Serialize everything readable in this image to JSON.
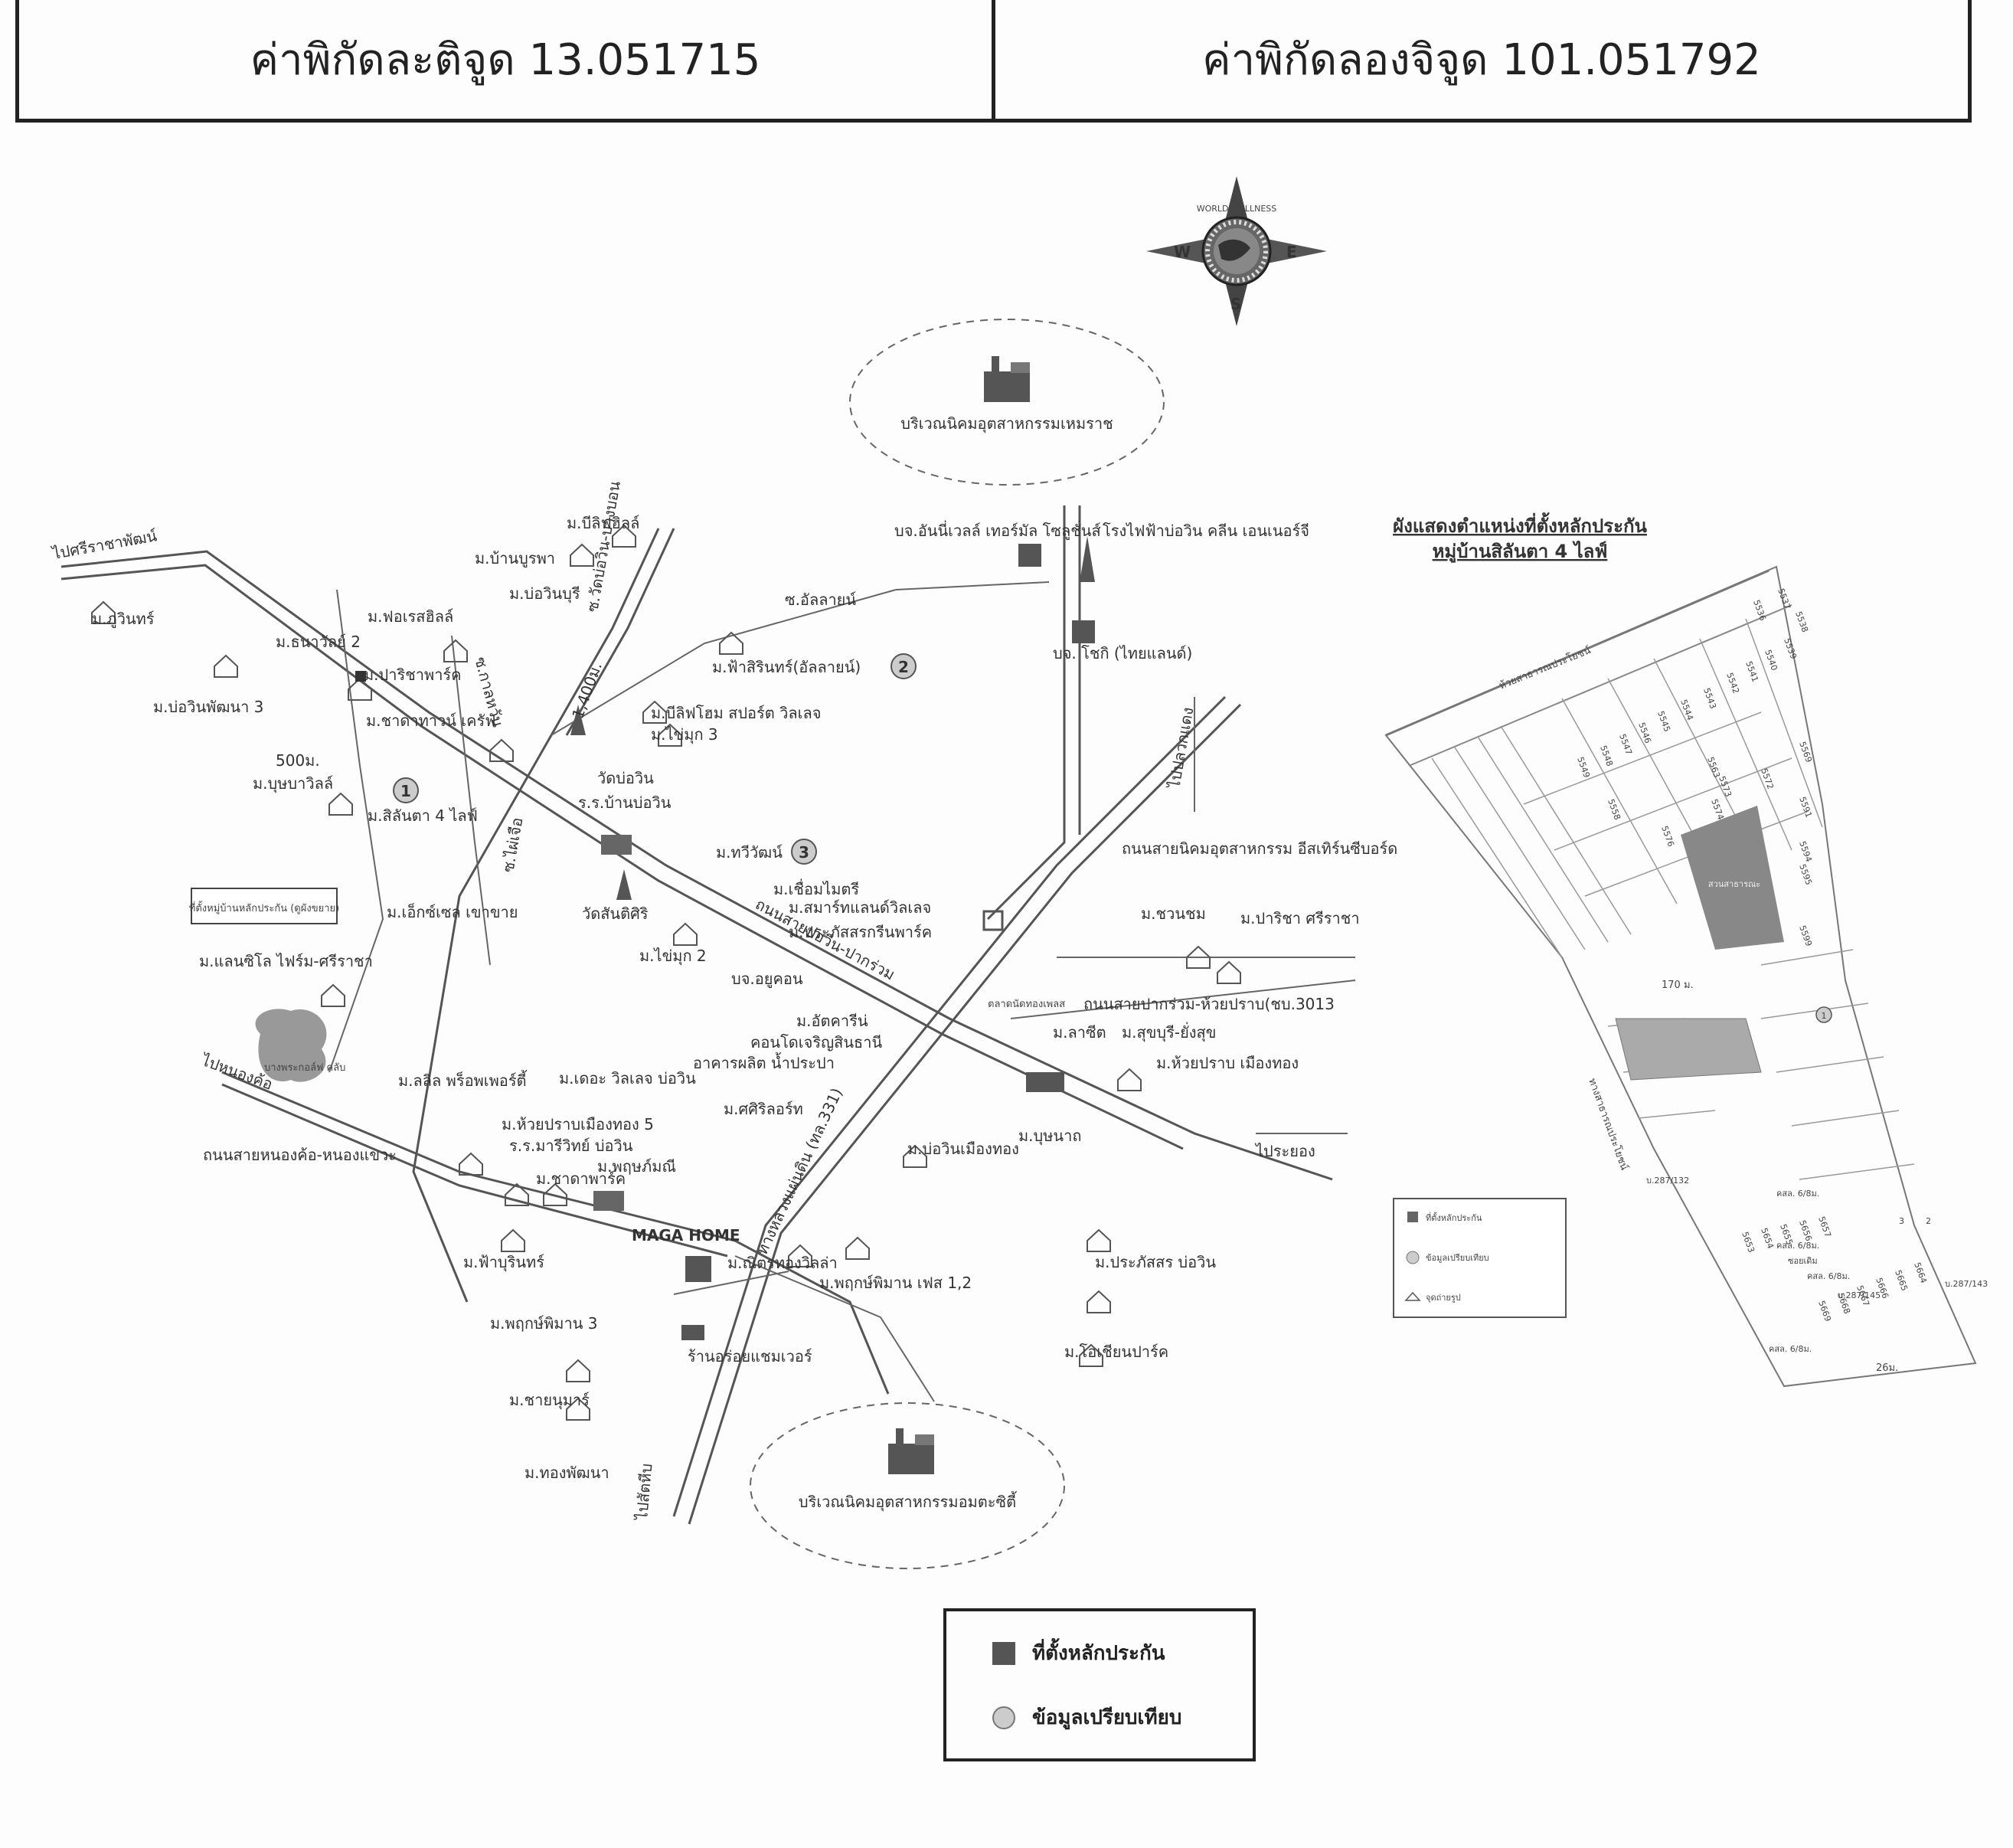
{
  "header": {
    "latitude": "ค่าพิกัดละติจูด 13.051715",
    "longitude": "ค่าพิกัดลองจิจูด 101.051792"
  },
  "compass": {
    "east": "E",
    "west": "W",
    "south": "S",
    "band_text": "WORLD WELLNESS"
  },
  "industrial": {
    "north": "บริเวณนิคมอุตสาหกรรมเหมราช",
    "south": "บริเวณนิคมอุตสาหกรรมอมตะซิตี้"
  },
  "map": {
    "labels": {
      "to_sriracha": "ไปศรีราชาพัฒน์",
      "m_kuwin": "ม.ภูวินทร์",
      "m_bowin_pattana3": "ม.บ่อวินพัฒนา 3",
      "m_thanawan2": "ม.ธนาวัลย์ 2",
      "m_parichat": "ม.ปาริชาพาร์ค",
      "m_forest_hill": "ม.ฟอเรสฮิลล์",
      "m_banburapha": "ม.บ้านบูรพา",
      "m_mb_hill": "ม.บีลิฟฮิลล์",
      "m_bowin_buri": "ม.บ่อวินบุรี",
      "tao_bowin_bangbon": "ซ.วัดบ่อวิน-บางบอน",
      "soi_kaluang": "ซ.กาลหวัน",
      "dist_1400": "1,400ม.",
      "m_chadtawan_craft": "ม.ชาดาทาวน์ เครัฟ",
      "dist_500": "500ม.",
      "m_bunbawin": "ม.บุษบาวิลล์",
      "m_silanta4": "ม.สิลันตา 4 ไลฟ์",
      "marker1": "1",
      "soi_kaiyuea": "ซ.ไผ่เจือ",
      "security_label": "ที่ตั้งหมู่บ้านหลักประกัน (ดูผังขยาย)",
      "m_exclusive": "ม.เอ็กซ์เซล เขาขาย",
      "m_lansilo": "ม.แลนซิโล ไฟร์ม-ศรีราชา",
      "to_nongkho": "ไปหนองค้อ",
      "bang_phra_golf": "บางพระกอล์ฟ คลับ",
      "m_lalin": "ม.ลลิล พร็อพเพอร์ตี้",
      "road_nongkho": "ถนนสายหนองค้อ-หนองแขวะ",
      "m_huaypramuang5": "ม.ห้วยปราบเมืองทอง 5",
      "school_mariwit": "ร.ร.มารีวิทย์ บ่อวิน",
      "m_chadtapark": "ม.ชาดาพาร์ค",
      "m_pamala": "ม.พฤษภ์มณี",
      "m_pauburin": "ม.ฟ้าบุรินทร์",
      "maga_home": "MAGA HOME",
      "m_pruekpiman3": "ม.พฤกษ์พิมาน 3",
      "m_chayanumart": "ม.ชายนุมาร์",
      "m_thongpattana": "ม.ทองพัฒนา",
      "to_samyaek": "ไปสัตหีบ",
      "store": "ร้านอร่อยแชมเวอร์",
      "m_juntongvilla": "ม.ณิตรทองวิลล่า",
      "m_pruekpiman12": "ม.พฤกษ์พิมาน เฟส 1,2",
      "m_daunvillage": "ม.เดอะ วิลเลจ บ่อวิน",
      "factory": "อาคารผลิต น้ำประปา",
      "m_sirichon": "ม.ศศิริลอร์ท",
      "condo": "คอนโดเจริญสินธานี",
      "m_atcharee": "ม.อัตคารีน่",
      "hwy331": "ทางหลวงแผ่นดิน (ทล.331)",
      "m_bowinmuangthong": "ม.บ่อวินเมืองทอง",
      "m_bushanat": "ม.บุษนาถ",
      "m_prapat_bowin": "ม.ประภัสสร บ่อวิน",
      "m_ocean_park": "ม.โอเชียนปาร์ค",
      "m_pha_sirin": "ม.ฟ้าสิรินทร์(อัลลายน์)",
      "marker2": "2",
      "soi_allying": "ซ.อัลลายน์",
      "m_mb_home": "ม.บีลิฟโฮม สปอร์ต วิลเลจ",
      "m_kaimook3": "ม.ไข่มุก 3",
      "wat_bowin": "วัดบ่อวิน",
      "school_banbowin": "ร.ร.บ้านบ่อวิน",
      "m_taweewat": "ม.ทวีวัฒน์",
      "marker3": "3",
      "m_chuemmaitri": "ม.เชื่อมไมตรี",
      "m_smart_land": "ม.สมาร์ทแลนด์วิลเลจ",
      "m_prapat_green": "ม.ประภัสสรกรีนพาร์ค",
      "wat_santisiri": "วัดสันติศิริ",
      "m_kaimook2": "ม.ไข่มุก 2",
      "company_ausukorn": "บจ.อยูคอน",
      "road_bowin_pakrua": "ถนนสายบ่อวิน-ปากร่วม",
      "company_eastern": "บจ.อันนี่เวลล์ เทอร์มัล โซลูชั่นส์",
      "power_plant": "โรงไฟฟ้าบ่อวิน คลีน เอนเนอร์จี",
      "company_yokohama": "บจ. โชกิ (ไทยแลนด์)",
      "to_plenit": "ไปปลวกแดง",
      "road_eastern": "ถนนสายนิคมอุตสาหกรรม อีสเทิร์นซีบอร์ด",
      "m_chawaengmin": "ม.ชวนชม",
      "m_paringa": "ม.ปาริชา ศรีราชา",
      "tao_pakruam": "ถนนสายปากร่วม-ห้วยปราบ(ชบ.3013",
      "market": "ตลาดนัดทองเพลส",
      "m_lasi": "ม.ลาซีต",
      "m_sukbumrung": "ม.สุขบุรี-ยั่งสุข",
      "m_huaypram": "ม.ห้วยปราบ เมืองทอง",
      "to_rayong": "ไประยอง"
    }
  },
  "inset": {
    "title_line1": "ผังแสดงตำแหน่งที่ตั้งหลักประกัน",
    "title_line2": "หมู่บ้านสิลันตา 4 ไลฟ์",
    "road_top": "ห้วยสาธารณประโยชน์",
    "road_left": "ทางสาธารณประโยชน์",
    "common_area": "สวนสาธารณะ",
    "dist_170": "170 ม.",
    "dist_26": "26ม.",
    "lane_a": "คสล. 6/8ม.",
    "lane_b": "คสล. 6/8ม.",
    "lane_c": "คสล. 6/8ม.",
    "lane_d": "คสล. 6/8ม.",
    "marker_inset": "1",
    "marker_inset3": "3",
    "marker_inset2": "2",
    "road_fragment": "ซอยเดิม",
    "addr_132": "บ.287/132",
    "addr_145": "บ.287/145",
    "addr_143": "บ.287/143",
    "plots": [
      "5537",
      "5536",
      "5538",
      "5539",
      "5540",
      "5541",
      "5542",
      "5543",
      "5544",
      "5545",
      "5546",
      "5547",
      "5548",
      "5549",
      "5558",
      "5563",
      "5572",
      "5573",
      "5574",
      "5576",
      "5569",
      "5591",
      "5594",
      "5595",
      "5599",
      "5653",
      "5654",
      "5655",
      "5656",
      "5657",
      "5664",
      "5665",
      "5666",
      "5667",
      "5668",
      "5669"
    ],
    "legend": {
      "security": "ที่ตั้งหลักประกัน",
      "comparison": "ข้อมูลเปรียบเทียบ",
      "photo": "จุดถ่ายรูป"
    }
  },
  "legend": {
    "security": "ที่ตั้งหลักประกัน",
    "comparison": "ข้อมูลเปรียบเทียบ"
  }
}
